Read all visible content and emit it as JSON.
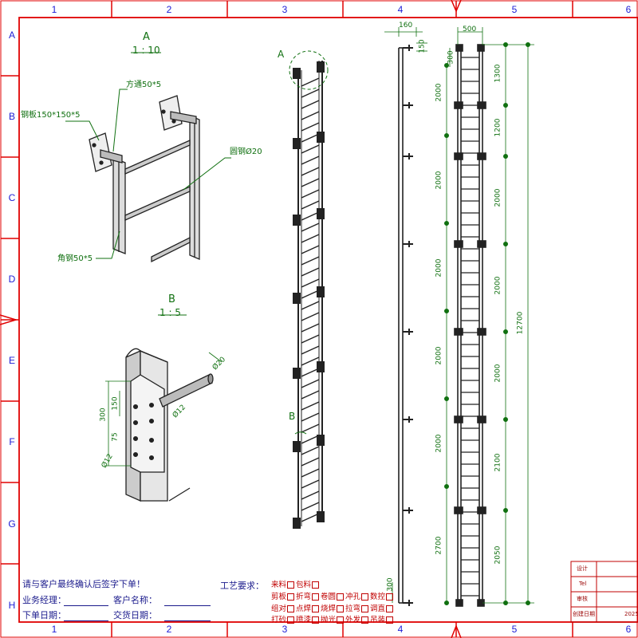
{
  "border": {
    "col_labels": [
      "1",
      "2",
      "3",
      "4",
      "5",
      "6"
    ],
    "row_labels": [
      "A",
      "B",
      "C",
      "D",
      "E",
      "F",
      "G",
      "H"
    ]
  },
  "views": {
    "a_title": "A",
    "a_scale": "1 : 10",
    "b_title": "B",
    "b_scale": "1 : 5",
    "marker_a": "A",
    "marker_b": "B"
  },
  "callouts": {
    "square_tube": "方通50*5",
    "steel_plate": "钢板150*150*5",
    "round_bar": "圆钢Ø20",
    "angle_steel": "角钢50*5"
  },
  "detail_dims": [
    "Ø20",
    "Ø12",
    "300",
    "150",
    "75",
    "Ø12"
  ],
  "side_dims": [
    "160",
    "150",
    "300",
    "300"
  ],
  "front_dims": {
    "top_width": "500",
    "left_stack": [
      "2000",
      "2000",
      "2000",
      "2000",
      "2000",
      "2700"
    ],
    "right_stack": [
      "1300",
      "1200",
      "2000",
      "2000",
      "2000",
      "2100",
      "2050"
    ],
    "total": "12700"
  },
  "notes": {
    "confirm": "请与客户最终确认后签字下单！",
    "manager": "业务经理：",
    "customer": "客户名称：",
    "order_date": "下单日期：",
    "delivery_date": "交货日期：",
    "process_label": "工艺要求："
  },
  "process_rows": [
    [
      "来料",
      "包料"
    ],
    [
      "剪板",
      "折弯",
      "卷圆",
      "冲孔",
      "数控"
    ],
    [
      "组对",
      "点焊",
      "烧焊",
      "拉弯",
      "调直"
    ],
    [
      "打砂",
      "喷漆",
      "抛光",
      "外发",
      "吊装"
    ]
  ],
  "title_block": {
    "design": "设计",
    "tel": "Tel",
    "review": "审核",
    "created": "创建日期",
    "created_value": "2025"
  },
  "colors": {
    "frame": "#e00000",
    "grid_label": "#1b1bd6",
    "dimension": "#107010",
    "drawing": "#1a1a1a"
  }
}
